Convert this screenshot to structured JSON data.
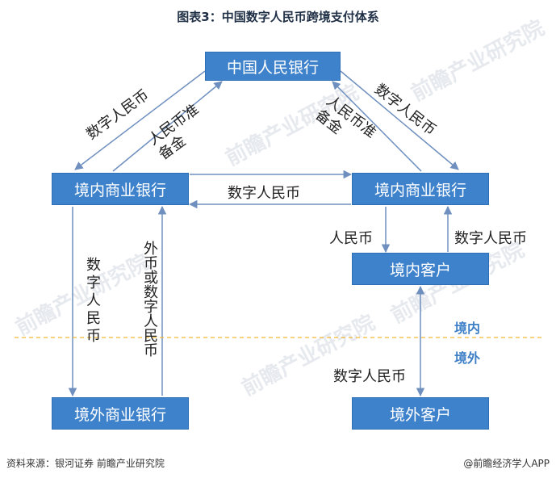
{
  "title": "图表3：中国数字人民币跨境支付体系",
  "nodes": {
    "pboc": "中国人民银行",
    "bank_left": "境内商业银行",
    "bank_right": "境内商业银行",
    "domestic_client": "境内客户",
    "overseas_bank": "境外商业银行",
    "overseas_client": "境外客户"
  },
  "edge_labels": {
    "pboc_to_left_outer": "数字人民币",
    "left_to_pboc_inner": "人民币准备金",
    "right_to_pboc_inner": "人民币准备金",
    "pboc_to_right_outer": "数字人民币",
    "between_banks": "数字人民币",
    "bank_to_client": "人民币",
    "client_to_bank": "数字人民币",
    "left_down": "数字人民币",
    "left_up": "外币或数字人民币",
    "client_bidirectional": "数字人民币"
  },
  "regions": {
    "domestic": "境内",
    "overseas": "境外"
  },
  "footer": {
    "source": "资料来源：银河证券 前瞻产业研究院",
    "brand": "@前瞻经济学人APP"
  },
  "watermark": "前瞻产业研究院",
  "colors": {
    "box_fill": "#3f82cc",
    "arrow": "#6f90bf",
    "divider": "#f2b733",
    "region_text": "#3d7fc6"
  }
}
